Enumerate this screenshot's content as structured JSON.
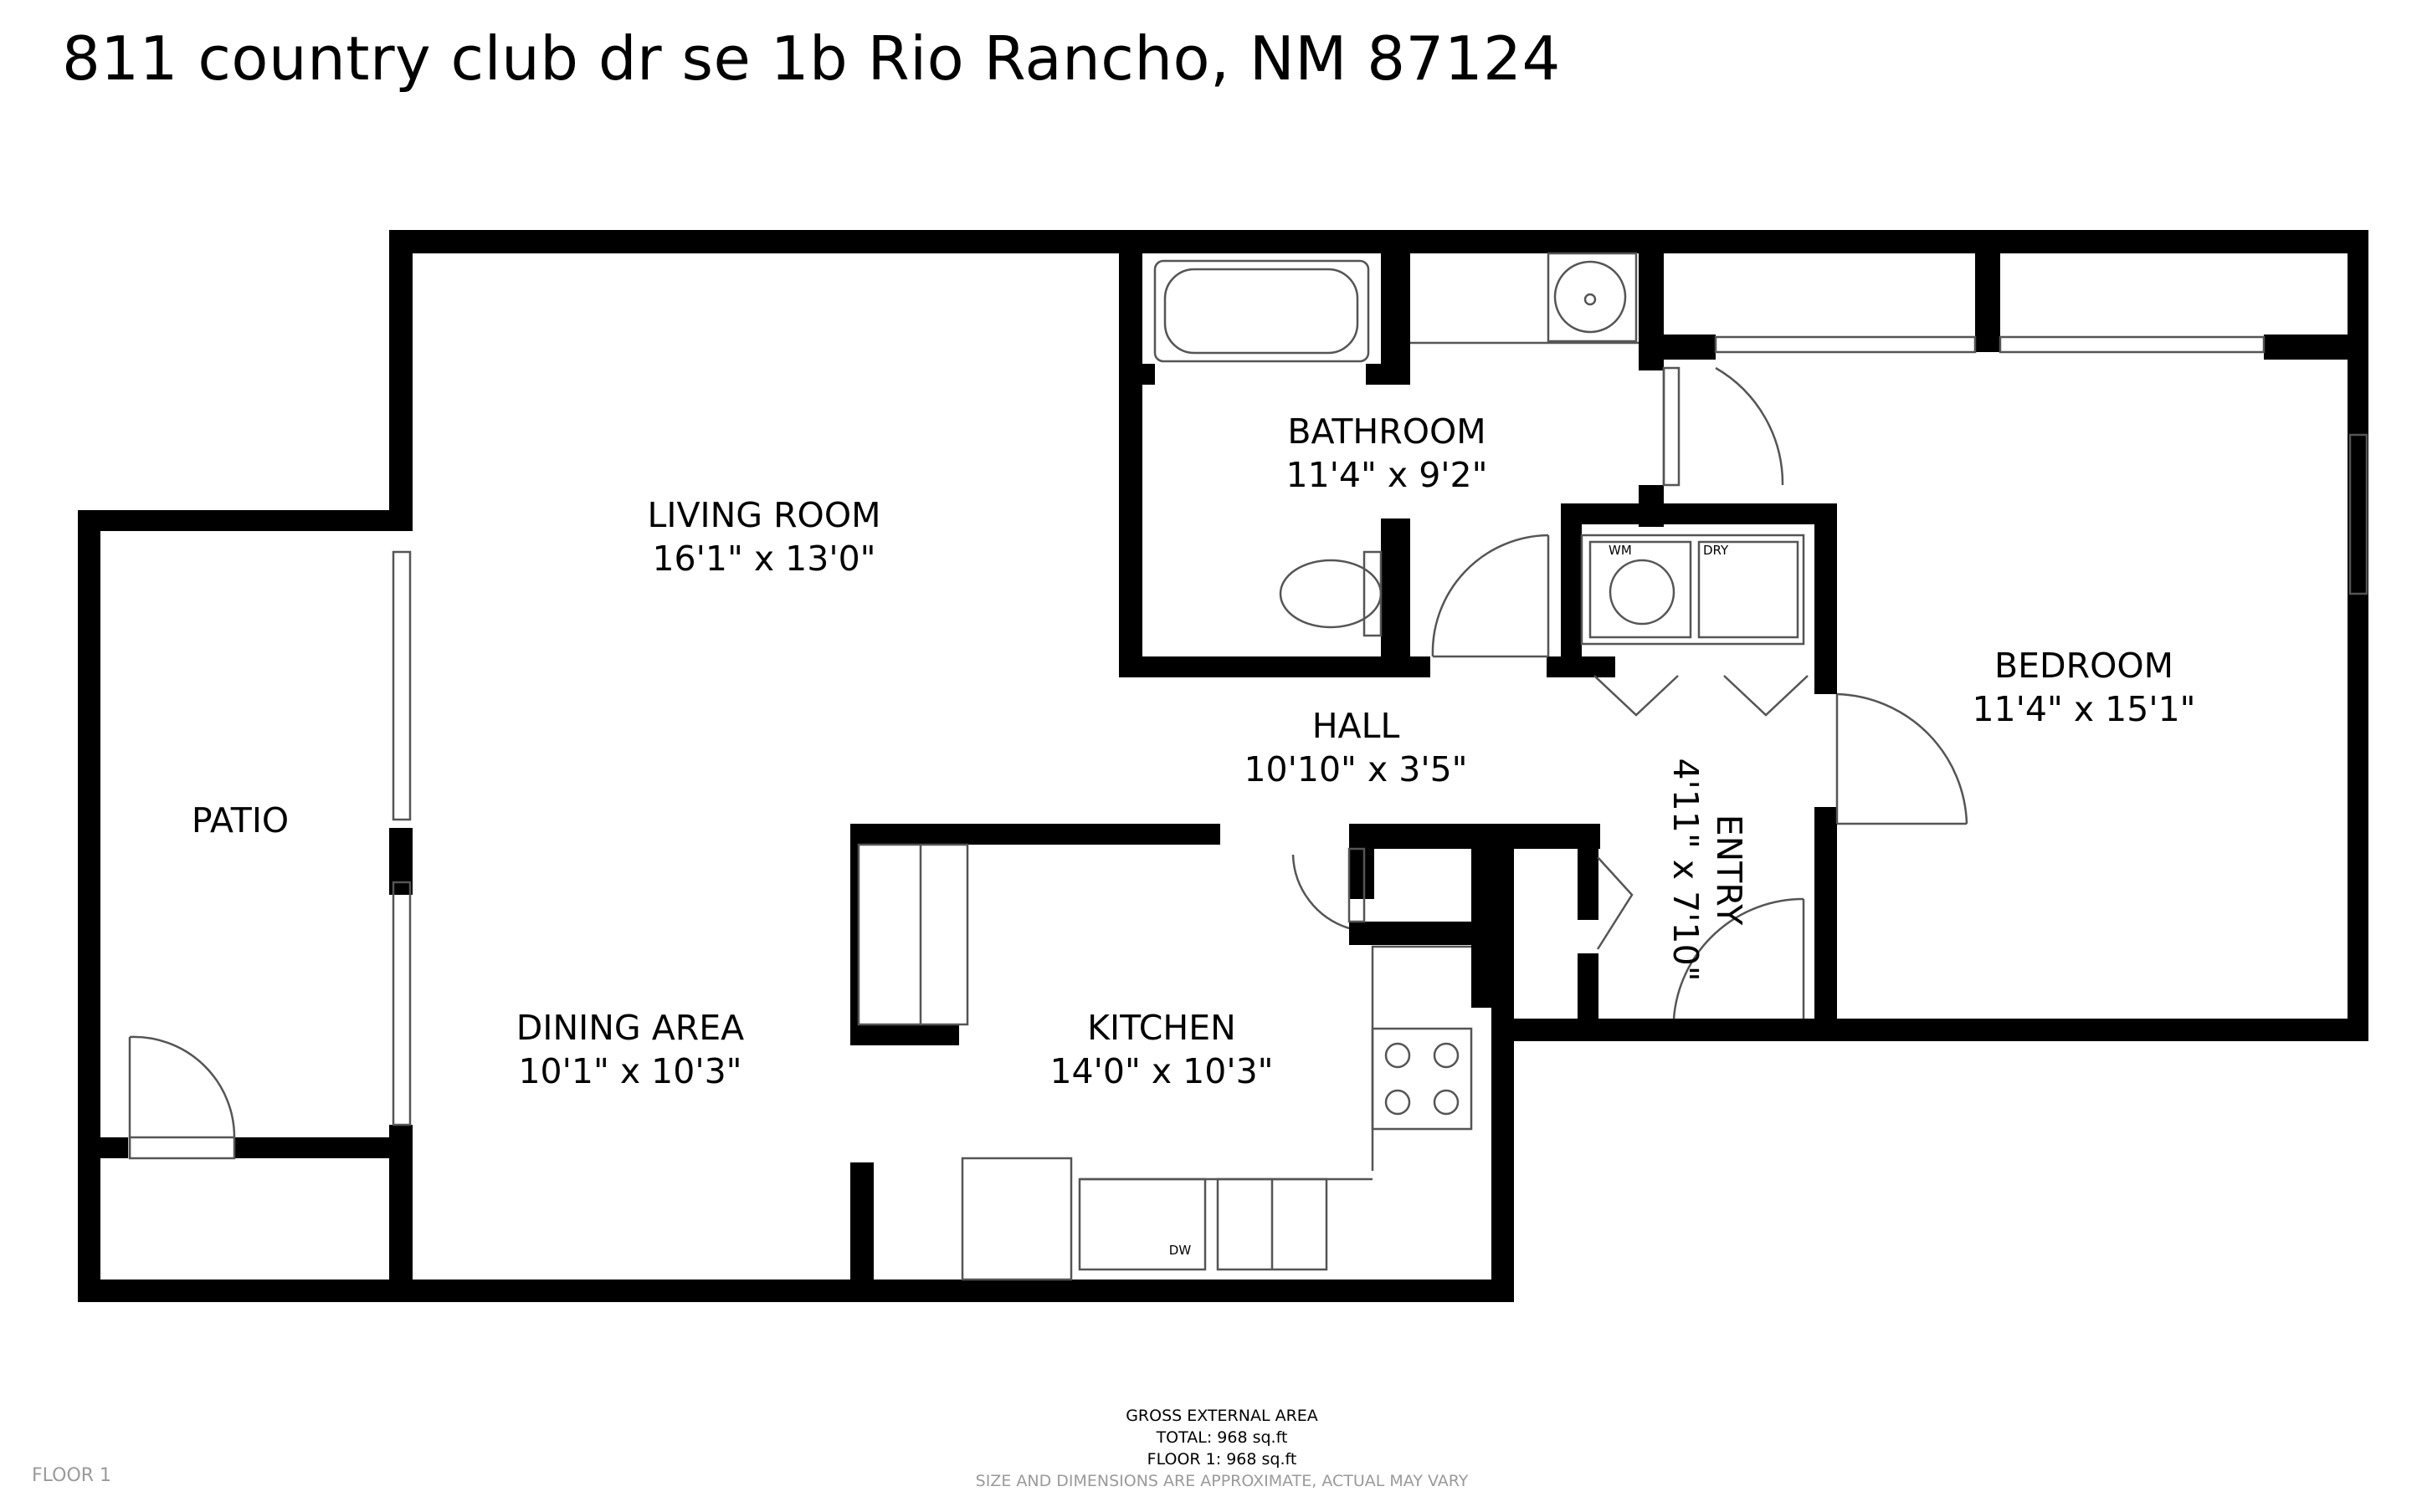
{
  "address": "811 country club dr se 1b Rio Rancho, NM 87124",
  "rooms": {
    "living_room": {
      "name": "LIVING ROOM",
      "dims": "16'1\" x 13'0\""
    },
    "bathroom": {
      "name": "BATHROOM",
      "dims": "11'4\" x 9'2\""
    },
    "bedroom": {
      "name": "BEDROOM",
      "dims": "11'4\" x 15'1\""
    },
    "hall": {
      "name": "HALL",
      "dims": "10'10\" x 3'5\""
    },
    "entry": {
      "name": "ENTRY",
      "dims": "4'11\" x 7'10\""
    },
    "patio": {
      "name": "PATIO"
    },
    "dining_area": {
      "name": "DINING AREA",
      "dims": "10'1\" x 10'3\""
    },
    "kitchen": {
      "name": "KITCHEN",
      "dims": "14'0\" x 10'3\""
    }
  },
  "fixtures": {
    "washer": "WM",
    "dryer": "DRY",
    "dishwasher": "DW"
  },
  "footer": {
    "title": "GROSS EXTERNAL AREA",
    "total": "TOTAL: 968 sq.ft",
    "floor": "FLOOR 1: 968 sq.ft",
    "disclaimer": "SIZE AND DIMENSIONS ARE APPROXIMATE, ACTUAL MAY VARY"
  },
  "floor_label": "FLOOR 1",
  "colors": {
    "wall": "#000000",
    "fixture_line": "#555555",
    "muted_text": "#9a9a9a"
  }
}
